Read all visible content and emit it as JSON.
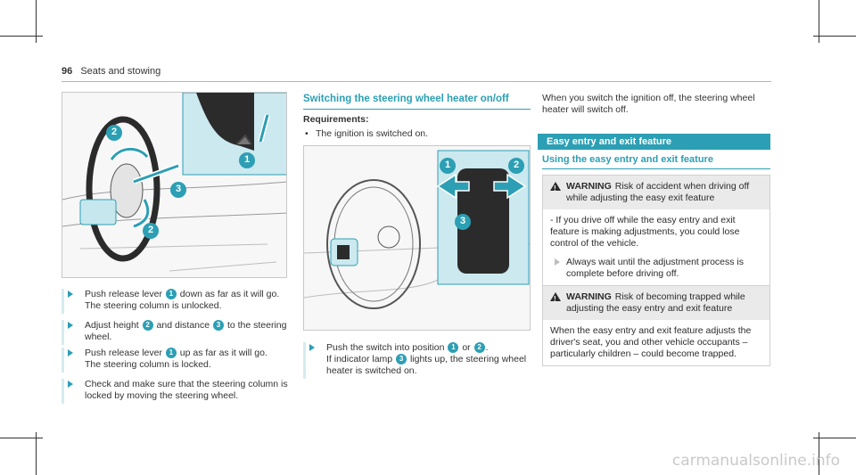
{
  "header": {
    "page_number": "96",
    "section": "Seats and stowing"
  },
  "figure1": {
    "callouts": [
      "2",
      "1",
      "3",
      "2"
    ]
  },
  "steps_left": [
    {
      "parts": [
        "Push release lever ",
        "1",
        " down as far as it will go."
      ],
      "line2": "The steering column is unlocked."
    },
    {
      "parts": [
        "Adjust height ",
        "2",
        " and distance ",
        "3",
        " to the steering wheel."
      ]
    },
    {
      "parts": [
        "Push release lever ",
        "1",
        " up as far as it will go."
      ],
      "line2": "The steering column is locked."
    },
    {
      "parts": [
        "Check and make sure that the steering column is locked by moving the steering wheel."
      ]
    }
  ],
  "heater": {
    "title": "Switching the steering wheel heater on/off",
    "req_label": "Requirements:",
    "req_item": "The ignition is switched on.",
    "figure_callouts": [
      "1",
      "2",
      "3"
    ],
    "step": {
      "parts": [
        "Push the switch into position ",
        "1",
        " or ",
        "2",
        "."
      ],
      "line2_parts": [
        "If indicator lamp ",
        "3",
        " lights up, the steering wheel heater is switched on."
      ]
    }
  },
  "right": {
    "intro": "When you switch the ignition off, the steering wheel heater will switch off.",
    "band_title": "Easy entry and exit feature",
    "sub_title": "Using the easy entry and exit feature",
    "warning1": {
      "label": "WARNING",
      "head": "Risk of accident when driving off while adjusting the easy exit feature",
      "body": "- If you drive off while the easy entry and exit feature is making adjustments, you could lose control of the vehicle.",
      "sub": "Always wait until the adjustment process is complete before driving off."
    },
    "warning2": {
      "label": "WARNING",
      "head": "Risk of becoming trapped while adjusting the easy entry and exit feature",
      "body": "When the easy entry and exit feature adjusts the driver's seat, you and other vehicle occupants – particularly children – could become trapped."
    }
  },
  "watermark": "carmanualsonline.info",
  "colors": {
    "accent": "#2c9fb4",
    "warning_bg": "#eaeaea"
  }
}
